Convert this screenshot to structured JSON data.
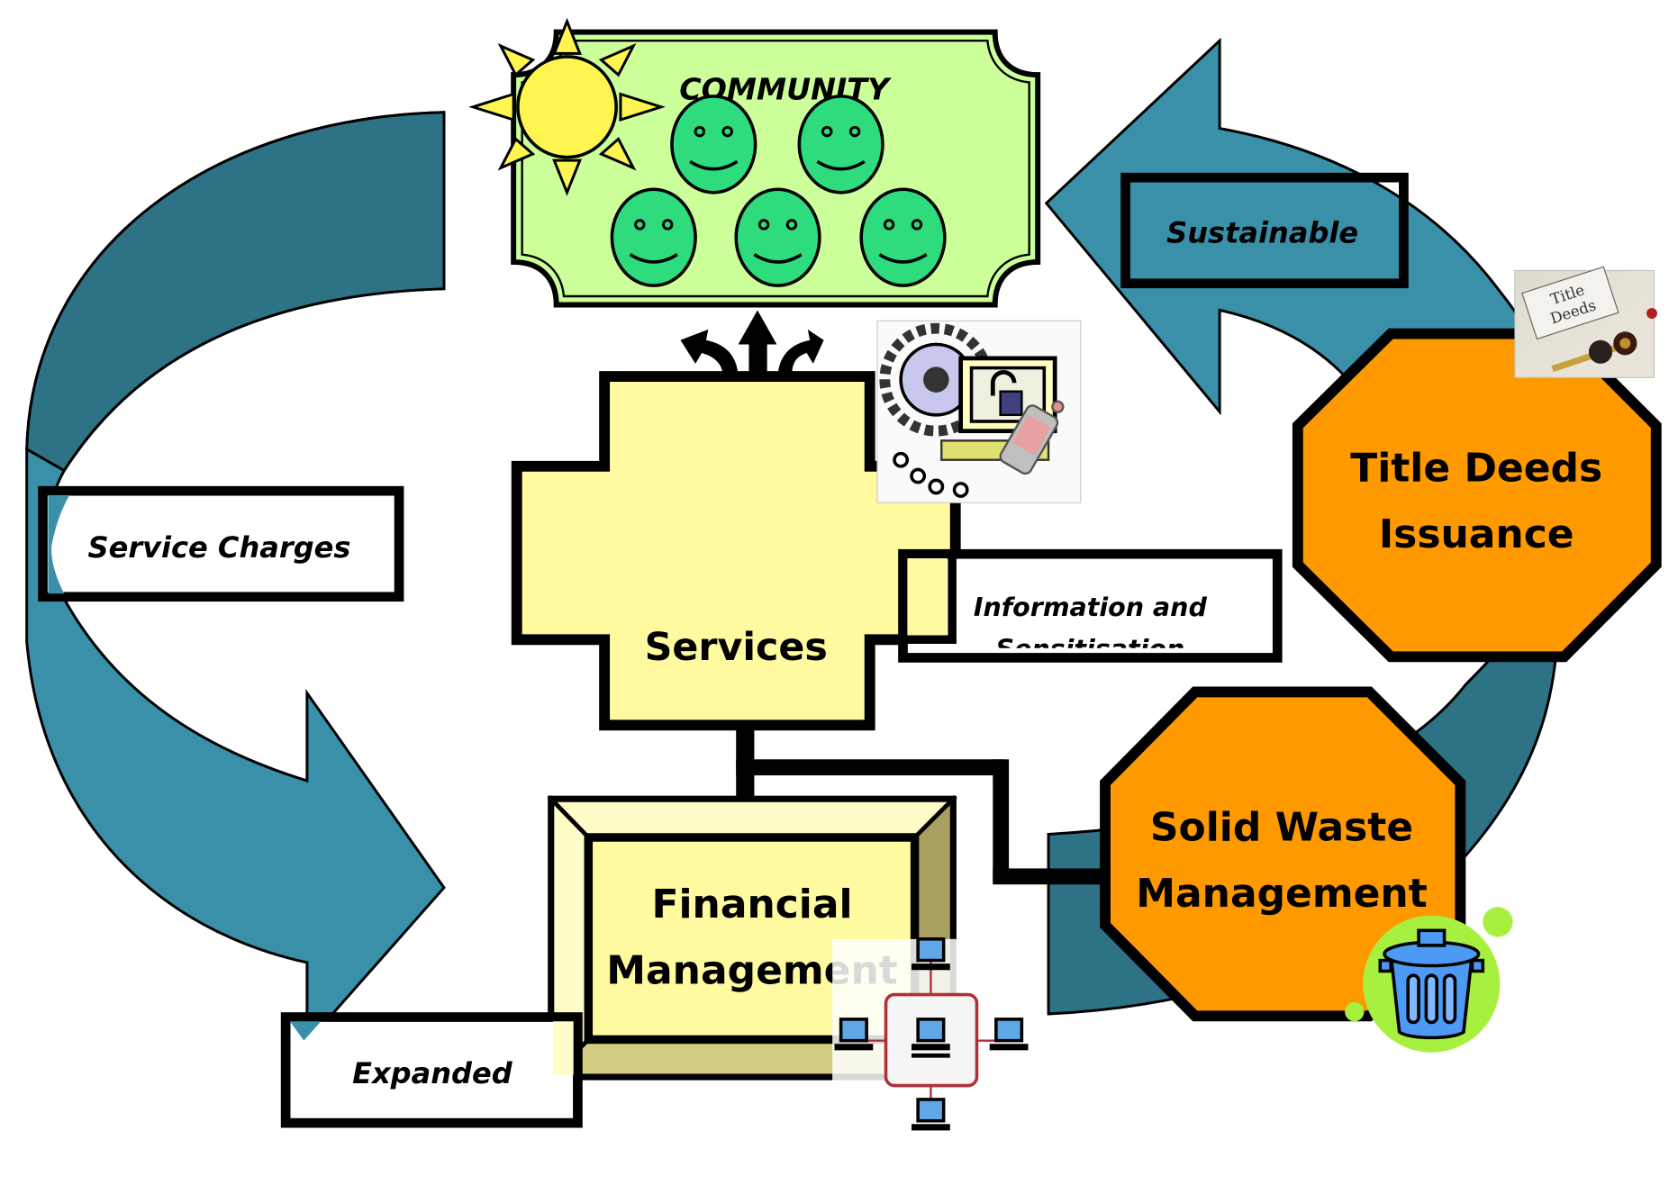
{
  "diagram": {
    "type": "cycle-flow",
    "colors": {
      "arrow_teal": "#3A90A8",
      "arrow_teal_dark": "#2E7286",
      "community_fill": "#CCFF99",
      "smiley_fill": "#2EDC7E",
      "sun_fill": "#FFF550",
      "services_fill": "#FFFAA0",
      "octagon_fill": "#FF9900",
      "bevel_dark": "#A8A060"
    },
    "community": {
      "title": "COMMUNITY",
      "people_count": 5,
      "decoration": "sun-icon"
    },
    "services": {
      "label": "Services",
      "outflow_icon": "three-way-arrow-icon",
      "decoration": "technology-security-clipart"
    },
    "financial_management": {
      "line1": "Financial",
      "line2": "Management",
      "decoration": "computer-network-clipart"
    },
    "title_deeds": {
      "line1": "Title Deeds",
      "line2": "Issuance",
      "photo_caption_line1": "Title",
      "photo_caption_line2": "Deeds"
    },
    "solid_waste": {
      "line1": "Solid Waste",
      "line2": "Management",
      "decoration": "trash-can-icon"
    },
    "labels": {
      "service_charges": "Service Charges",
      "sustainable": "Sustainable",
      "information_line1": "Information and",
      "information_line2": "Sensitisation",
      "expanded": "Expanded"
    }
  }
}
